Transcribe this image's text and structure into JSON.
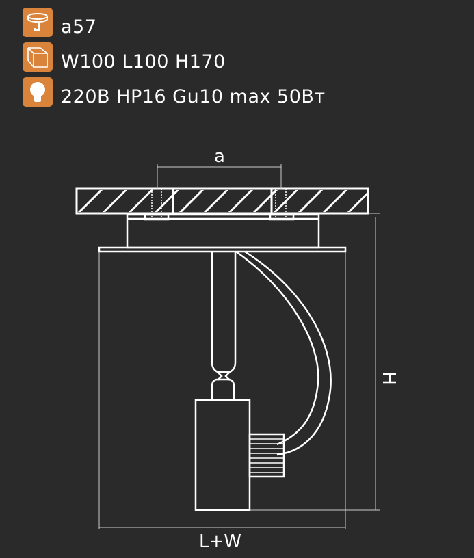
{
  "specs": [
    {
      "icon": "mounting-icon",
      "text": "a57"
    },
    {
      "icon": "box-dimensions-icon",
      "text": "W100 L100 H170"
    },
    {
      "icon": "bulb-icon",
      "text": "220В HP16 Gu10 max 50Вт"
    }
  ],
  "diagram": {
    "label_a": "a",
    "label_h": "H",
    "label_lw": "L+W"
  },
  "colors": {
    "accent": "#d9843a",
    "background": "#2b2a2a",
    "line": "#ffffff"
  }
}
